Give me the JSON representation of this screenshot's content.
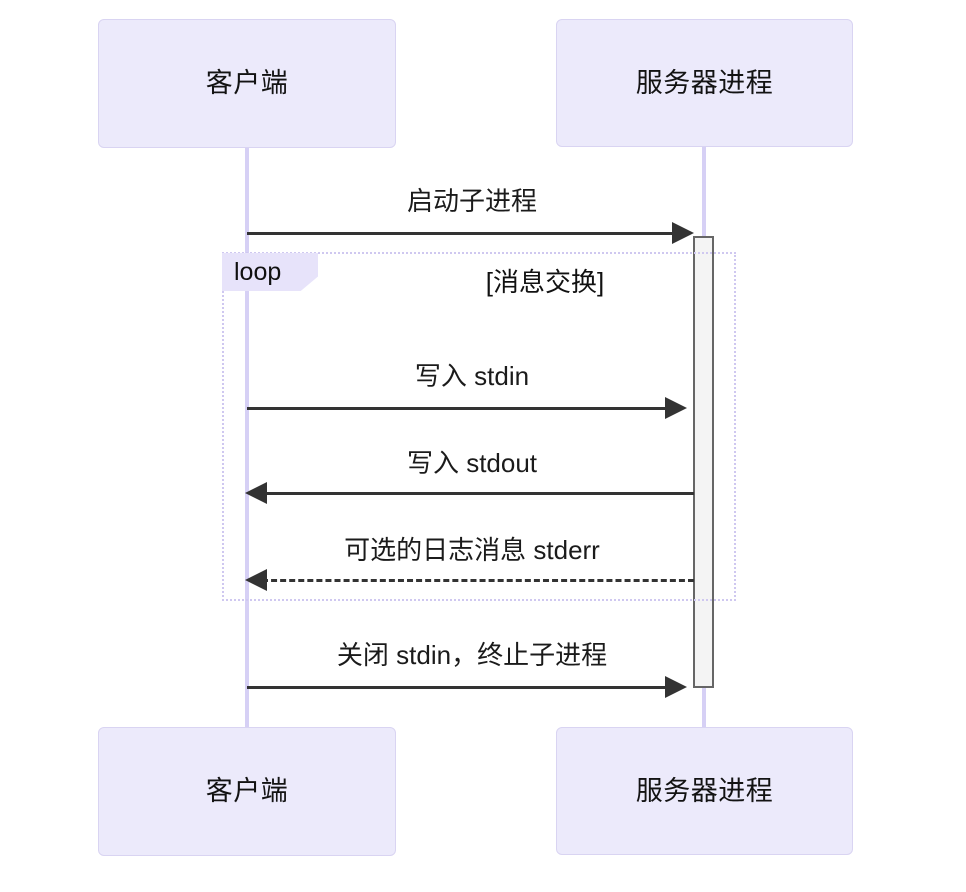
{
  "diagram": {
    "type": "sequence-diagram",
    "colors": {
      "participant_fill": "#ECEAFB",
      "participant_border": "#D9D4F2",
      "lifeline": "#D6D0F5",
      "activation_fill": "#F4F4F4",
      "activation_border": "#666666",
      "fragment_border": "#CFC8F0",
      "fragment_tag_fill": "#E7E3FA",
      "message_line": "#333333",
      "text": "#131313",
      "background": "#FFFFFF"
    },
    "participants": [
      {
        "id": "client",
        "label": "客户端"
      },
      {
        "id": "server",
        "label": "服务器进程"
      }
    ],
    "fragment": {
      "kind": "loop",
      "tag": "loop",
      "condition": "[消息交换]"
    },
    "messages": [
      {
        "index": 1,
        "label": "启动子进程",
        "from": "client",
        "to": "server",
        "direction": "right",
        "style": "solid",
        "arrow": "filled"
      },
      {
        "index": 2,
        "label": "写入 stdin",
        "from": "client",
        "to": "server",
        "direction": "right",
        "style": "solid",
        "arrow": "filled"
      },
      {
        "index": 3,
        "label": "写入 stdout",
        "from": "server",
        "to": "client",
        "direction": "left",
        "style": "solid",
        "arrow": "filled"
      },
      {
        "index": 4,
        "label": "可选的日志消息 stderr",
        "from": "server",
        "to": "client",
        "direction": "left",
        "style": "dashed",
        "arrow": "open"
      },
      {
        "index": 5,
        "label": "关闭 stdin，终止子进程",
        "from": "client",
        "to": "server",
        "direction": "right",
        "style": "solid",
        "arrow": "filled"
      }
    ]
  }
}
